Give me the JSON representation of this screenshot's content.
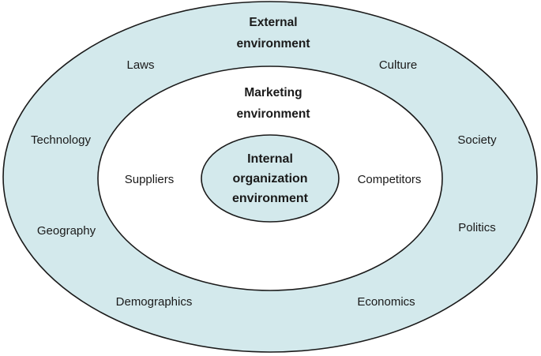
{
  "colors": {
    "fill": "#d3e9ec",
    "stroke": "#1a1a1a",
    "middle_fill": "#ffffff"
  },
  "external": {
    "title_line1": "External",
    "title_line2": "environment",
    "factors": {
      "laws": "Laws",
      "culture": "Culture",
      "technology": "Technology",
      "society": "Society",
      "geography": "Geography",
      "politics": "Politics",
      "demographics": "Demographics",
      "economics": "Economics"
    }
  },
  "marketing": {
    "title_line1": "Marketing",
    "title_line2": "environment",
    "factors": {
      "suppliers": "Suppliers",
      "competitors": "Competitors"
    }
  },
  "internal": {
    "title_line1": "Internal",
    "title_line2": "organization",
    "title_line3": "environment"
  }
}
